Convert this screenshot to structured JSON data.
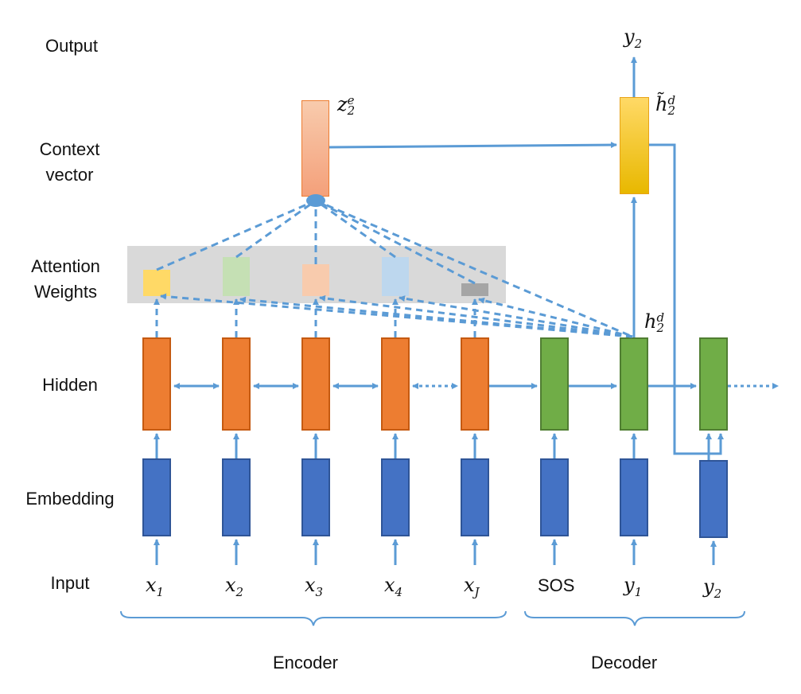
{
  "row_labels": {
    "output": "Output",
    "context": [
      "Context",
      "vector"
    ],
    "attention": [
      "Attention",
      "Weights"
    ],
    "hidden": "Hidden",
    "embedding": "Embedding",
    "input": "Input"
  },
  "inputs": {
    "encoder": [
      {
        "base": "x",
        "sub": "1"
      },
      {
        "base": "x",
        "sub": "2"
      },
      {
        "base": "x",
        "sub": "3"
      },
      {
        "base": "x",
        "sub": "4"
      },
      {
        "base": "x",
        "sub": "J"
      }
    ],
    "decoder": [
      {
        "text": "SOS"
      },
      {
        "base": "y",
        "sub": "1"
      },
      {
        "base": "y",
        "sub": "2"
      }
    ]
  },
  "math_labels": {
    "context": {
      "base": "z",
      "sub": "2",
      "sup": "e"
    },
    "attn_hidden": {
      "base": "h̃",
      "sub": "2",
      "sup": "d"
    },
    "dec_hidden": {
      "base": "h",
      "sub": "2",
      "sup": "d"
    },
    "output": {
      "base": "y",
      "sub": "2"
    }
  },
  "groups": {
    "encoder": "Encoder",
    "decoder": "Decoder"
  },
  "colors": {
    "arrow": "#5B9BD5",
    "encoder_hidden": "#ED7D31",
    "decoder_hidden": "#70AD47",
    "embedding": "#4472C4",
    "attention_panel": "#D9D9D9",
    "weights": [
      "#FFD966",
      "#C5E0B4",
      "#F8CBAD",
      "#BDD7EE",
      "#A5A5A5"
    ]
  }
}
